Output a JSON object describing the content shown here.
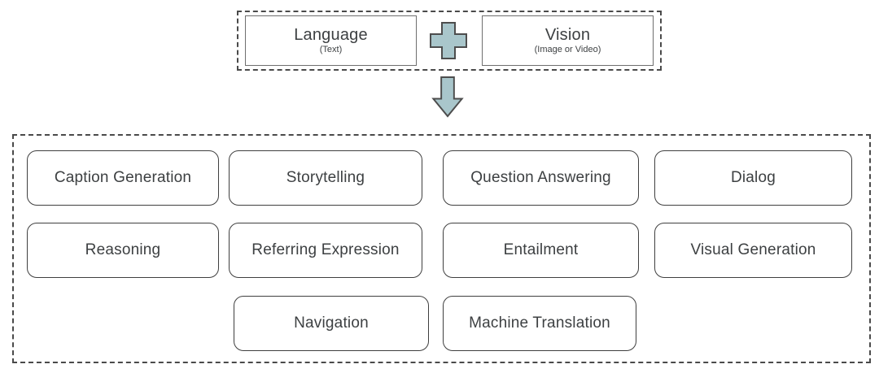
{
  "diagram": {
    "inputs": {
      "language": {
        "title": "Language",
        "subtitle": "(Text)"
      },
      "vision": {
        "title": "Vision",
        "subtitle": "(Image or Video)"
      }
    },
    "tasks": {
      "row1": [
        "Caption Generation",
        "Storytelling",
        "Question Answering",
        "Dialog"
      ],
      "row2": [
        "Reasoning",
        "Referring Expression",
        "Entailment",
        "Visual Generation"
      ],
      "row3": [
        "Navigation",
        "Machine Translation"
      ]
    },
    "icons": {
      "plus": "plus-icon",
      "arrow": "down-arrow-icon"
    },
    "colors": {
      "icon_fill": "#a9c6cb",
      "icon_stroke": "#4d4d4d",
      "task_border": "#3f3f3f",
      "input_border": "#6e6e6e",
      "dashed_border": "#4a4a4a",
      "text": "#3d4042"
    }
  }
}
